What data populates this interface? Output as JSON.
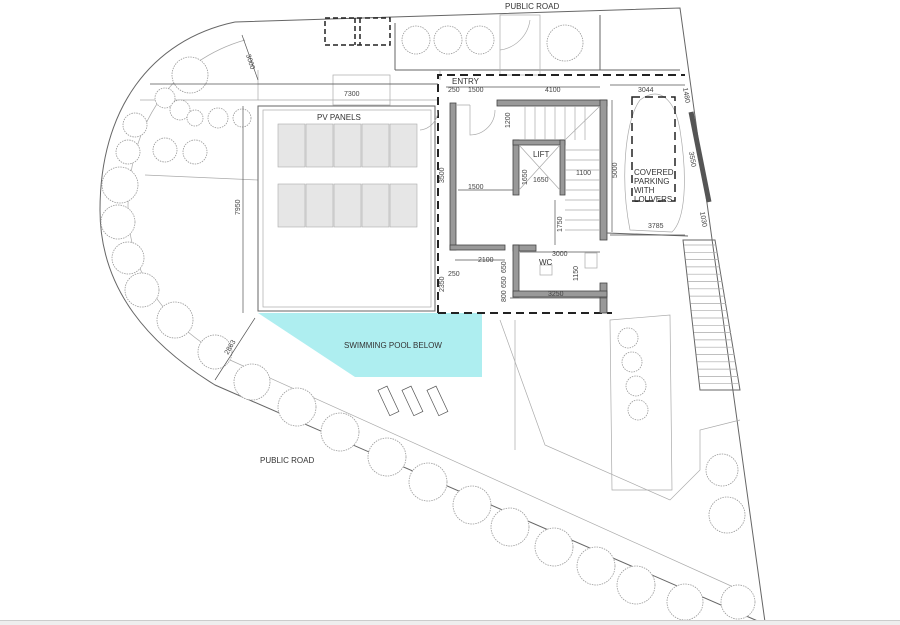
{
  "labels": {
    "public_road_top": "PUBLIC ROAD",
    "public_road_bottom": "PUBLIC ROAD",
    "entry": "ENTRY",
    "pv_panels": "PV PANELS",
    "lift": "LIFT",
    "wc": "WC",
    "parking": [
      "COVERED",
      "PARKING",
      "WITH",
      "LOUVERS"
    ],
    "pool": "SWIMMING POOL BELOW"
  },
  "dimensions": {
    "d3000_top": "3000",
    "d7300": "7300",
    "d250a": "250",
    "d1500a": "1500",
    "d4100": "4100",
    "d3044": "3044",
    "d1480": "1480",
    "d1200": "1200",
    "d3500": "3500",
    "d1650v": "1650",
    "d1650h": "1650",
    "d1500b": "1500",
    "d1100": "1100",
    "d5000": "5000",
    "d3550": "3550",
    "d1750": "1750",
    "d3785": "3785",
    "d1030": "1030",
    "d3000": "3000",
    "d2100": "2100",
    "d650a": "650",
    "d250b": "250",
    "d1150": "1150",
    "d650b": "650",
    "d2350": "2350",
    "d800": "800",
    "d3250": "3250",
    "d7950": "7950",
    "d2863": "2863"
  },
  "colors": {
    "pool": "#aeeef0",
    "wall": "#999999"
  }
}
